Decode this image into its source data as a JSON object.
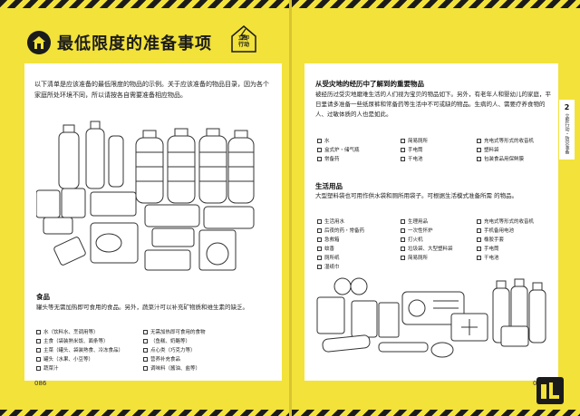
{
  "header": {
    "title": "最低限度的准备事项",
    "badge": "立即\n行动"
  },
  "intro": "以下清单是应该准备的最低限度的物品的示例。关于应该准备的物品目录，因为各个家庭所处环境不同，所以请按各自需要准备相应物品。",
  "food": {
    "title": "食品",
    "body": "罐头等无需加热即可食用的食品。另外，蔬菜汁可以补充矿物质和维生素的缺乏。",
    "items": [
      "水（饮料水、烹调用等）",
      "无需加热即可食用的食物",
      "主食（袋装熟米饭、面条等）",
      "（鱼糕、奶酪等）",
      "主菜（罐头、袋装熟食、冷冻食品）",
      "点心类（巧克力等）",
      "罐头（水果、小豆等）",
      "营养补充食品",
      "蔬菜汁",
      "调味料（酱油、盐等）"
    ]
  },
  "experience": {
    "title": "从受灾地的经历中了解到的重要物品",
    "body": "被经历过受灾地磨难生活的人们视为宝贝的物品如下。另外，有老年人和婴幼儿的家庭，平日里请多准备一些纸尿裤和常备药等生活中不可或缺的物品。生病的人、需要疗养食物的人、过敏体质的人也是如此。",
    "items": [
      "水",
      "简易厕所",
      "充电式等形式的收音机",
      "盒式炉・储气瓶",
      "手电筒",
      "塑料袋",
      "常备药",
      "干电池",
      "包装食品用保鲜膜"
    ]
  },
  "living": {
    "title": "生活用品",
    "body": "大型塑料袋也可用作供水袋和厕所用袋子。可根据生活模式准备所需 的物品。",
    "items": [
      "生活用水",
      "生理用品",
      "充电式等形式的收音机",
      "后夜的药・常备药",
      "一次性怀炉",
      "手机备用电池",
      "急救箱",
      "打火机",
      "橡胶手套",
      "蚊香",
      "垃圾袋、大型塑料袋",
      "手电筒",
      "厕所纸",
      "简易厕所",
      "干电池",
      "湿纸巾"
    ]
  },
  "pages": {
    "left": "086",
    "right": "087"
  },
  "side_tab": {
    "number": "2",
    "text": "立即行动・防灾准备"
  },
  "colors": {
    "background": "#f2e23a",
    "ink": "#1b1b1b",
    "panel": "#ffffff"
  },
  "icons": {
    "header": "house-icon",
    "badge": "lightning-house-badge",
    "logo": "tokyo-bousai-logo"
  }
}
